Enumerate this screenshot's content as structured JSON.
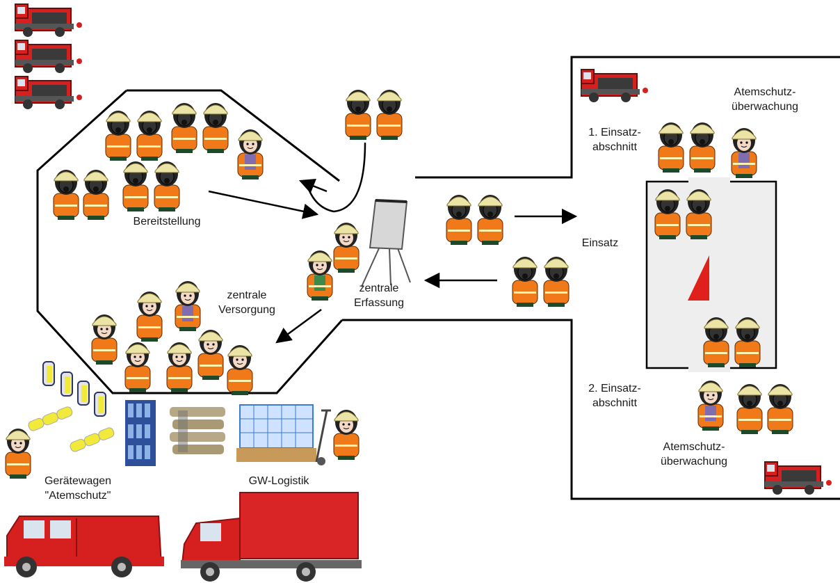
{
  "labels": {
    "bereitstellung": "Bereitstellung",
    "zentrale_versorgung": [
      "zentrale",
      "Versorgung"
    ],
    "zentrale_erfassung": [
      "zentrale",
      "Erfassung"
    ],
    "einsatz": "Einsatz",
    "einsatzabschnitt_1": [
      "1. Einsatz-",
      "abschnitt"
    ],
    "einsatzabschnitt_2": [
      "2. Einsatz-",
      "abschnitt"
    ],
    "atemschutz_top": [
      "Atemschutz-",
      "überwachung"
    ],
    "atemschutz_bottom": [
      "Atemschutz-",
      "überwachung"
    ],
    "geraetewagen": [
      "Gerätewagen",
      "\"Atemschutz\""
    ],
    "gw_logistik": "GW-Logistik"
  },
  "colors": {
    "fire_red": "#d62020",
    "jacket_orange": "#f07a1a",
    "helmet_yellow": "#ece3a6",
    "cylinder_yellow": "#f2ea3a",
    "crate_blue": "#2e4f9a",
    "pallet_tan": "#c89a5a",
    "operation_area_gray": "#eeeeee",
    "marker_red": "#e0201a"
  }
}
